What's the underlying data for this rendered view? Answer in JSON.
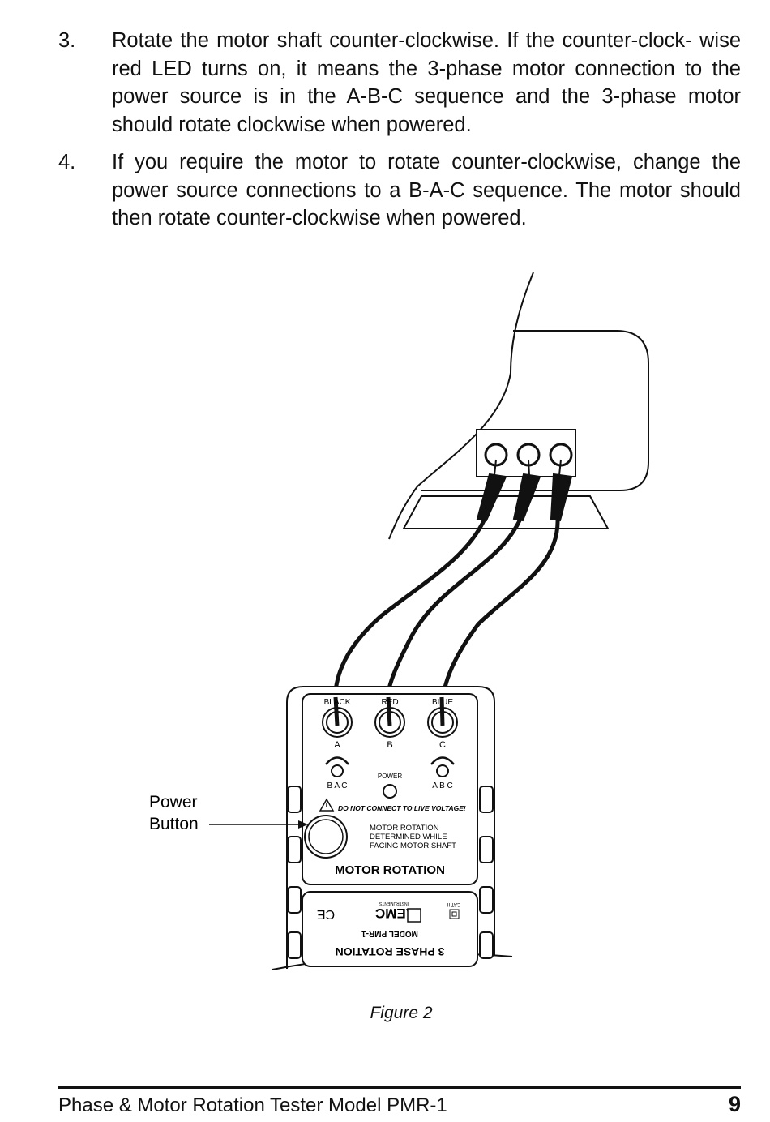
{
  "steps": [
    {
      "number": "3.",
      "lines": [
        "Rotate the motor shaft counter-clockwise. If the counter-clock-",
        "wise red LED turns on, it means the 3-phase motor connection",
        "to the power source is in the A-B-C sequence and the 3-phase",
        "motor should rotate clockwise when powered."
      ]
    },
    {
      "number": "4.",
      "lines": [
        "If you require the motor to rotate counter-clockwise, change",
        "the power source connections to a B-A-C sequence. The",
        "motor should then rotate counter-clockwise when powered."
      ]
    }
  ],
  "figure": {
    "callout_line1": "Power",
    "callout_line2": "Button",
    "lead_labels": [
      "BLACK",
      "RED",
      "BLUE"
    ],
    "terminal_labels": [
      "A",
      "B",
      "C"
    ],
    "led_left_label": "B A C",
    "led_right_label": "A B C",
    "power_label": "POWER",
    "warning": "DO NOT CONNECT TO LIVE VOLTAGE!",
    "note_lines": [
      "MOTOR ROTATION",
      "DETERMINED WHILE",
      "FACING MOTOR SHAFT"
    ],
    "panel_title": "MOTOR ROTATION",
    "brand": "AEMC",
    "brand_sub": "INSTRUMENTS",
    "mark": "CE",
    "category": "CAT II",
    "model": "MODEL PMR-1",
    "product": "3 PHASE ROTATION"
  },
  "caption": "Figure 2",
  "footer": {
    "title": "Phase & Motor Rotation Tester Model PMR-1",
    "page": "9"
  }
}
